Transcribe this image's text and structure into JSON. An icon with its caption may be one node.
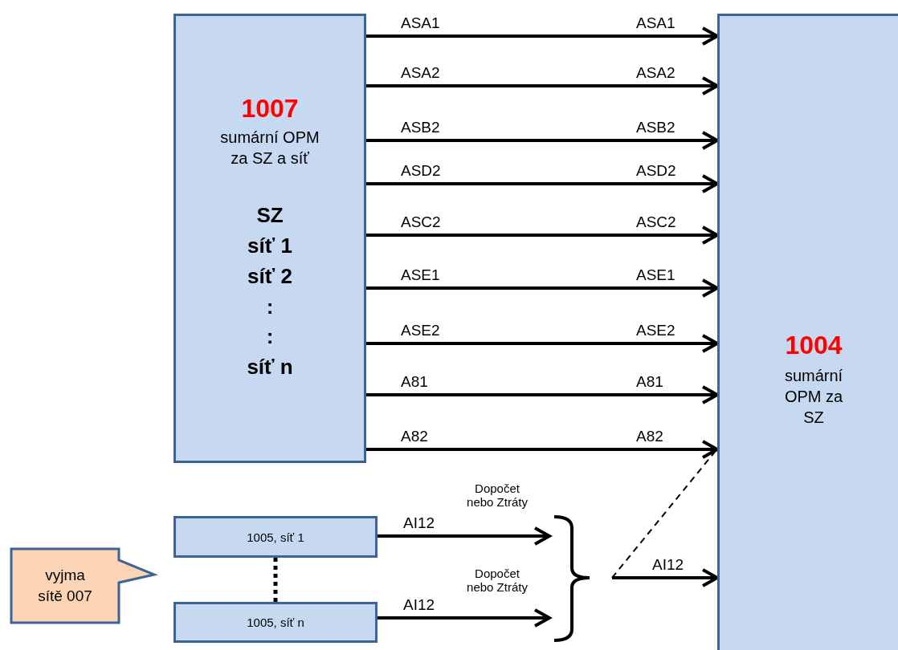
{
  "diagram": {
    "nodes": [
      {
        "text": [
          "1007",
          "sumární OPM za SZ a síť",
          "SZ",
          "síť 1",
          "síť 2",
          ":",
          ":",
          "síť n"
        ]
      },
      {
        "text": [
          "1004",
          "sumární OPM za SZ"
        ]
      },
      {
        "text": [
          "1005, síť 1"
        ]
      },
      {
        "text": [
          "1005, síť n"
        ]
      },
      {
        "text": [
          "vyjma sítě 007"
        ]
      },
      {
        "text": [],
        "shape": "bracket"
      }
    ],
    "edges": [
      {
        "from": 0,
        "to": 1,
        "arrow": "to",
        "label": "ASA1"
      },
      {
        "from": 0,
        "to": 1,
        "arrow": "to",
        "label": "ASA2"
      },
      {
        "from": 0,
        "to": 1,
        "arrow": "to",
        "label": "ASB2"
      },
      {
        "from": 0,
        "to": 1,
        "arrow": "to",
        "label": "ASD2"
      },
      {
        "from": 0,
        "to": 1,
        "arrow": "to",
        "label": "ASC2"
      },
      {
        "from": 0,
        "to": 1,
        "arrow": "to",
        "label": "ASE1"
      },
      {
        "from": 0,
        "to": 1,
        "arrow": "to",
        "label": "ASE2"
      },
      {
        "from": 0,
        "to": 1,
        "arrow": "to",
        "label": "A81"
      },
      {
        "from": 0,
        "to": 1,
        "arrow": "to",
        "label": "A82"
      },
      {
        "from": 2,
        "to": 5,
        "arrow": "to",
        "label": "AI12"
      },
      {
        "from": 3,
        "to": 5,
        "arrow": "to",
        "label": "AI12"
      },
      {
        "from": 5,
        "to": 1,
        "arrow": "to",
        "label": "AI12"
      },
      {
        "from": 5,
        "to": 1,
        "arrow": "none",
        "style": "dashed"
      },
      {
        "from": 2,
        "to": 3,
        "arrow": "none",
        "style": "dashed"
      }
    ],
    "labels": [
      "ASA1",
      "ASA2",
      "ASB2",
      "ASD2",
      "ASC2",
      "ASE1",
      "ASE2",
      "A81",
      "A82",
      "Dopočet nebo Ztráty",
      "Dopočet nebo Ztráty"
    ]
  }
}
